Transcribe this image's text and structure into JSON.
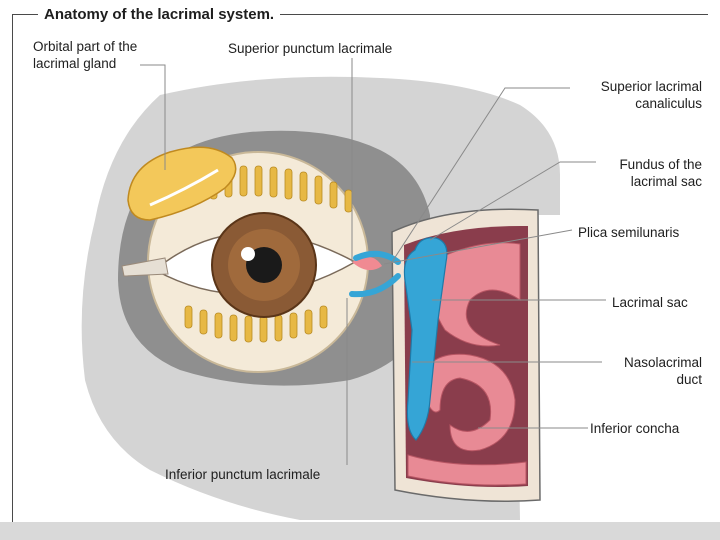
{
  "title": "Anatomy of the lacrimal system.",
  "labels": {
    "gland": [
      "Orbital part of the",
      "lacrimal gland"
    ],
    "superior_punctum": "Superior punctum lacrimale",
    "superior_canaliculus": [
      "Superior lacrimal",
      "canaliculus"
    ],
    "fundus": [
      "Fundus of the",
      "lacrimal sac"
    ],
    "plica": "Plica semilunaris",
    "lacrimal_sac": "Lacrimal sac",
    "nasolacrimal_duct": [
      "Nasolacrimal",
      "duct"
    ],
    "inferior_concha": "Inferior concha",
    "inferior_punctum": "Inferior punctum lacrimale"
  },
  "colors": {
    "skin": "#d4d4d4",
    "socket": "#8f8f8f",
    "sclera": "#f4ead8",
    "iris": "#8a5a35",
    "gland": "#f3c85a",
    "duct": "#35a5d6",
    "mucosa": "#e88a95",
    "cavity": "#8a3d4c",
    "leader": "#8a8a8a"
  }
}
